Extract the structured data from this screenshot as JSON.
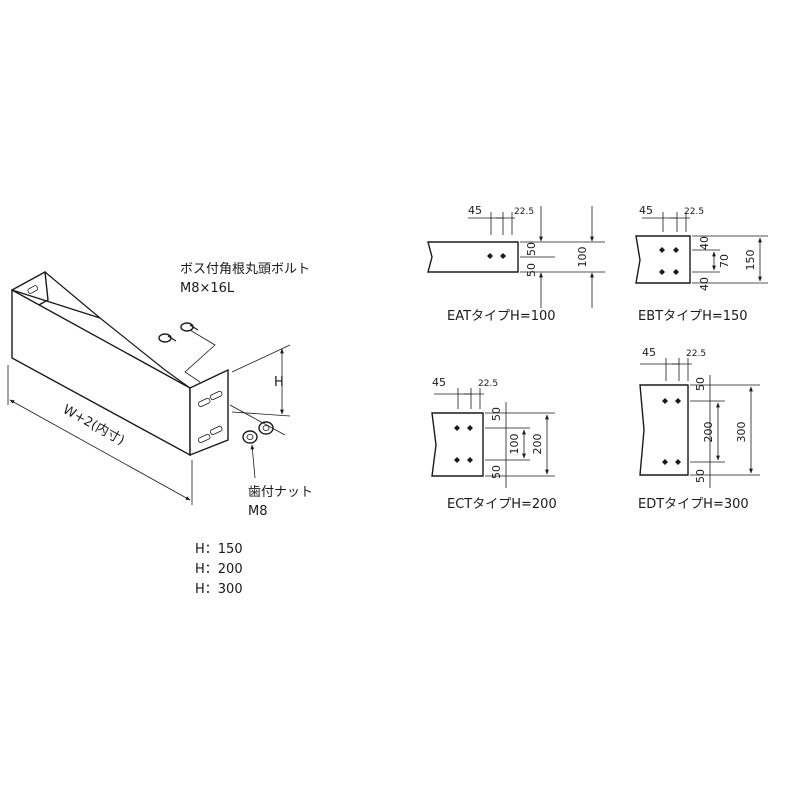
{
  "iso": {
    "bolt_label_1": "ボス付角根丸頭ボルト",
    "bolt_label_2": "M8×16L",
    "nut_label_1": "歯付ナット",
    "nut_label_2": "M8",
    "h_label": "H",
    "width_label": "W+2(内寸)",
    "h_options": [
      "H：150",
      "H：200",
      "H：300"
    ]
  },
  "types": {
    "eat": {
      "caption": "EATタイプH=100",
      "d45": "45",
      "d22": "22.5",
      "d50a": "50",
      "d50b": "50",
      "dh": "100"
    },
    "ebt": {
      "caption": "EBTタイプH=150",
      "d45": "45",
      "d22": "22.5",
      "d40a": "40",
      "d70": "70",
      "d40b": "40",
      "dh": "150"
    },
    "ect": {
      "caption": "ECTタイプH=200",
      "d45": "45",
      "d22": "22.5",
      "d50a": "50",
      "d100": "100",
      "d50b": "50",
      "dh": "200"
    },
    "edt": {
      "caption": "EDTタイプH=300",
      "d45": "45",
      "d22": "22.5",
      "d50a": "50",
      "d200": "200",
      "d50b": "50",
      "dh": "300"
    }
  }
}
